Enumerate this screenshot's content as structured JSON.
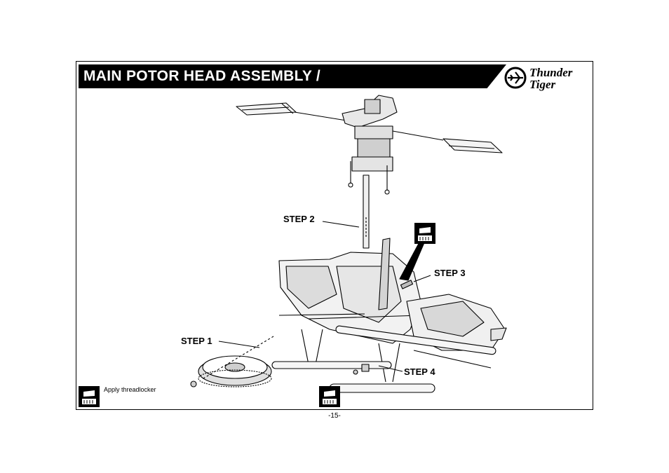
{
  "header": {
    "title": "MAIN POTOR HEAD ASSEMBLY /"
  },
  "logo": {
    "brand_line1": "Thunder",
    "brand_line2": "Tiger"
  },
  "steps": {
    "step1": "STEP 1",
    "step2": "STEP 2",
    "step3": "STEP 3",
    "step4": "STEP 4"
  },
  "legend": {
    "icon": "threadlocker-icon",
    "text": "Apply threadlocker"
  },
  "footer": {
    "page_number": "-15-"
  },
  "colors": {
    "ink": "#000000",
    "paper": "#ffffff"
  }
}
